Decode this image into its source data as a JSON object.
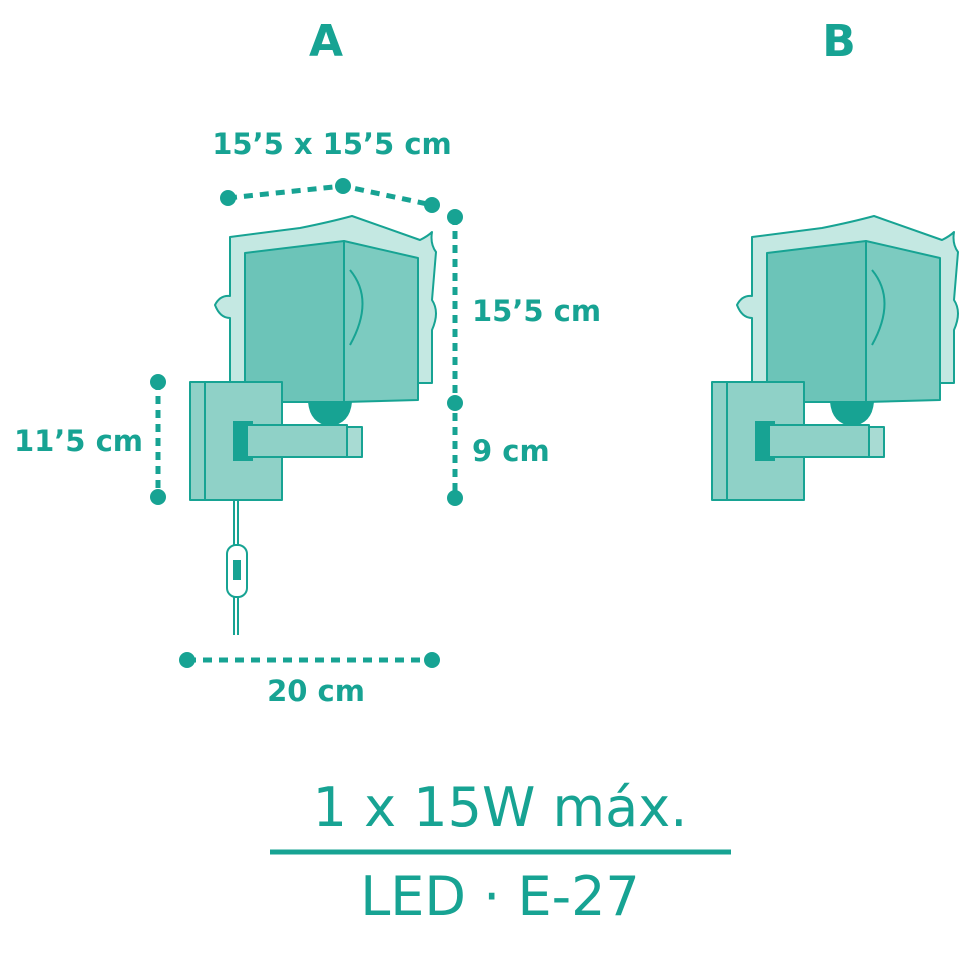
{
  "labels": {
    "variant_a": "A",
    "variant_b": "B"
  },
  "dimensions": {
    "shade_footprint": "15’5 x 15’5 cm",
    "shade_height": "15’5 cm",
    "arm_height": "9 cm",
    "base_height": "11’5 cm",
    "total_depth": "20 cm"
  },
  "specs": {
    "power": "1 x 15W máx.",
    "bulb": "LED · E-27"
  },
  "colors": {
    "accent": "#17a393",
    "shade_fill": "#6cc4b8",
    "shade_back": "#bfe5df"
  }
}
